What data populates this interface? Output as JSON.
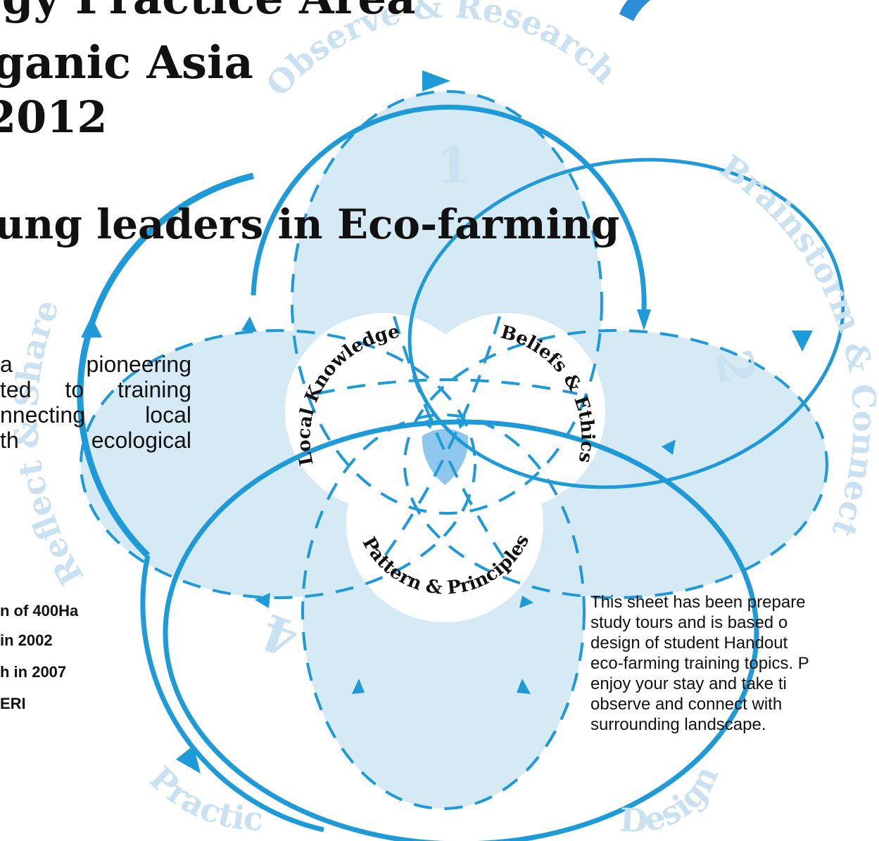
{
  "title": {
    "line1": "ogy Practice Area",
    "line2": "ganic Asia",
    "line3": "2012",
    "line4": "ung leaders in Eco-farming"
  },
  "intro_lines": [
    "a   pioneering",
    "ted  to  training",
    "nnecting    local",
    "th     ecological"
  ],
  "facts": [
    "n of 400Ha",
    "in 2002",
    "h in 2007",
    "ERI"
  ],
  "note_lines": [
    "This  sheet  has  been  prepare",
    "study  tours  and  is  based  o",
    "design   of   student   Handout",
    "eco-farming training topics. P",
    "enjoy  your  stay  and  take  ti",
    "observe     and     connect     with",
    "surrounding landscape."
  ],
  "diagram": {
    "ring_labels": {
      "top": "Observe & Research",
      "right": "Brainstorm & Connect",
      "bottom_right": "Design",
      "bottom_left": "Practice",
      "left": "Reflect & Share"
    },
    "numbers": {
      "top": "1",
      "right": "2",
      "left": "4"
    },
    "inner_labels": {
      "local_knowledge": "Local Knowledge",
      "beliefs": "Beliefs & Ethics",
      "pattern": "Pattern & Principles"
    },
    "colors": {
      "ring": "#1e9ad8",
      "fill": "#d6eaf6",
      "fill_dark": "#b4d9f0",
      "center": "#8ec7eb",
      "text": "#111111",
      "pale": "#c9e1f1"
    }
  }
}
